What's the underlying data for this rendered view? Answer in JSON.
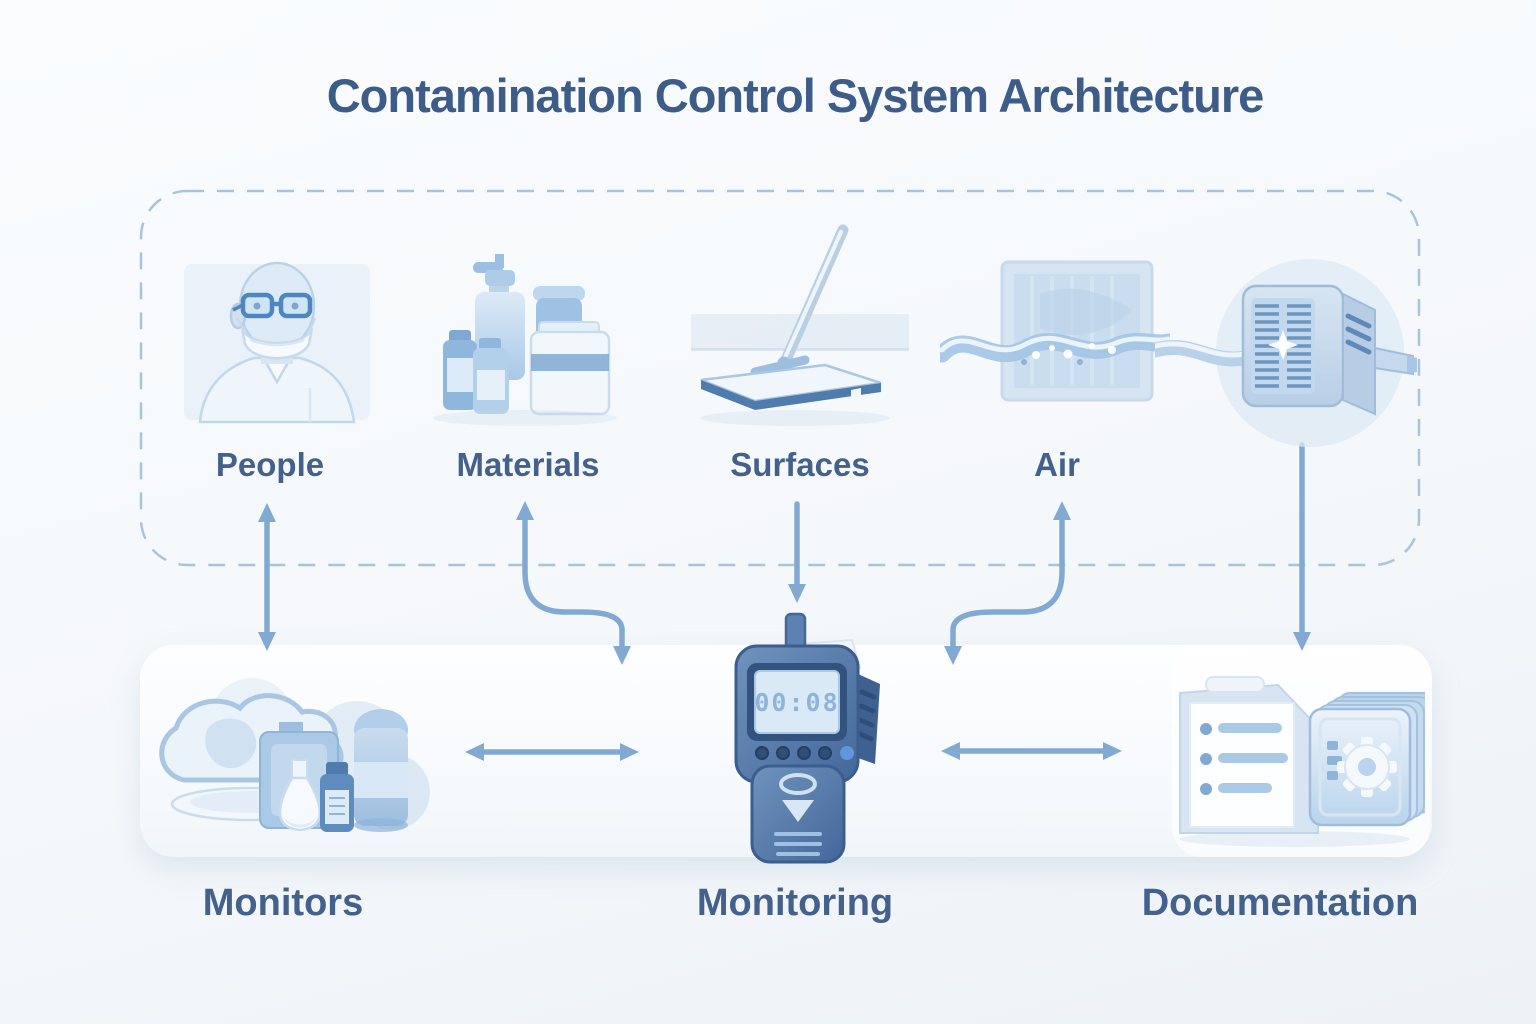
{
  "title": "Contamination Control System Architecture",
  "top_group": {
    "items": [
      {
        "label": "People",
        "icon": "person-wearing-face-mask-icon"
      },
      {
        "label": "Materials",
        "icon": "supply-bottles-icon"
      },
      {
        "label": "Surfaces",
        "icon": "flat-mop-icon"
      },
      {
        "label": "Air",
        "icon": "air-filter-flow-icon"
      }
    ],
    "side_icon": "air-fan-unit-icon"
  },
  "bottom_row": {
    "items": [
      {
        "label": "Monitors",
        "icon": "environmental-monitors-collage-icon"
      },
      {
        "label": "Monitoring",
        "icon": "handheld-particle-counter-icon",
        "device_screen": "00:08"
      },
      {
        "label": "Documentation",
        "icon": "records-folder-gear-icon"
      }
    ]
  },
  "connections": [
    {
      "from": "People",
      "to": "Monitors",
      "style": "double-headed-vertical"
    },
    {
      "from": "Materials",
      "to": "Monitoring",
      "style": "double-headed-s-curve"
    },
    {
      "from": "Surfaces",
      "to": "Monitoring",
      "style": "single-head-down"
    },
    {
      "from": "Air",
      "to": "Monitoring",
      "style": "double-headed-s-curve"
    },
    {
      "from": "Air",
      "to": "Documentation",
      "style": "single-head-down"
    },
    {
      "from": "Monitors",
      "to": "Monitoring",
      "style": "double-headed-horizontal"
    },
    {
      "from": "Monitoring",
      "to": "Documentation",
      "style": "double-headed-horizontal"
    }
  ],
  "colors": {
    "background": "#f6f9fc",
    "title_text": "#3d5c87",
    "label_text": "#44618c",
    "arrow": "#82a9d2",
    "dashed_border": "#a9c3dd",
    "panel_fill": "#fbfdff",
    "icon_blue_dark": "#41679a",
    "icon_blue_mid": "#8fb4da",
    "icon_blue_light": "#d8e8f5"
  }
}
